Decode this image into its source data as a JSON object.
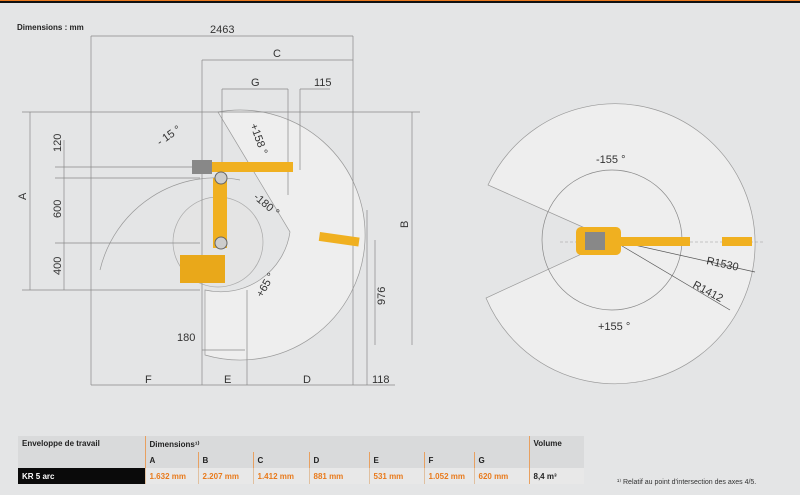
{
  "title": "Dimensions : mm",
  "side_view": {
    "dim_total": "2463",
    "dim_c": "C",
    "dim_g": "G",
    "dim_115": "115",
    "dim_120": "120",
    "dim_600": "600",
    "dim_400": "400",
    "dim_a": "A",
    "dim_b": "B",
    "dim_976": "976",
    "dim_180": "180",
    "dim_f": "F",
    "dim_e": "E",
    "dim_d": "D",
    "dim_118": "118",
    "angle_m15": "- 15 °",
    "angle_p158": "+158 °",
    "angle_m180": "-180 °",
    "angle_p65": "+65 °"
  },
  "top_view": {
    "angle_m155": "-155 °",
    "angle_p155": "+155 °",
    "r1530": "R1530",
    "r1412": "R1412"
  },
  "table": {
    "header_envelope": "Enveloppe de travail",
    "header_dimensions": "Dimensions¹⁾",
    "header_volume": "Volume",
    "columns": [
      "A",
      "B",
      "C",
      "D",
      "E",
      "F",
      "G"
    ],
    "rows": [
      {
        "model": "KR 5 arc",
        "values": [
          "1.632 mm",
          "2.207 mm",
          "1.412 mm",
          "881 mm",
          "531 mm",
          "1.052 mm",
          "620 mm"
        ],
        "volume": "8,4 m³"
      }
    ]
  },
  "footnote": "¹⁾ Relatif au point d'intersection des axes 4/5.",
  "colors": {
    "accent": "#e8781e",
    "robot": "#f0b020"
  }
}
